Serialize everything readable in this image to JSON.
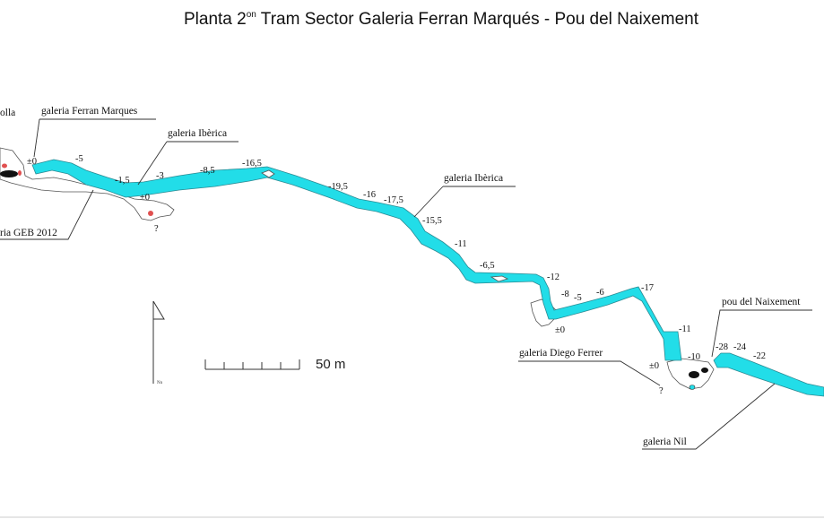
{
  "title": {
    "main_before": "Planta 2",
    "superscript": "on",
    "main_after": " Tram  Sector Galeria Ferran Marqués - Pou del Naixement"
  },
  "labels": {
    "olla": "olla",
    "ferran_marques": "galeria  Ferran Marques",
    "iberica_1": "galeria  Ibèrica",
    "iberica_2": "galeria  Ibèrica",
    "geb_2012": "ria  GEB 2012",
    "diego_ferrer": "galeria  Diego Ferrer",
    "pou_naixement": "pou del Naixement",
    "nil": "galeria  Nil"
  },
  "depths": {
    "d_pm0_a": "±0",
    "d_m5": "-5",
    "d_m1_5": "-1,5",
    "d_m3": "-3",
    "d_pm0_b": "±0",
    "d_q1": "?",
    "d_m8_5": "-8,5",
    "d_m16_5": "-16,5",
    "d_m19_5": "-19,5",
    "d_m16": "-16",
    "d_m17_5": "-17,5",
    "d_m15_5": "-15,5",
    "d_m11_a": "-11",
    "d_m6_5": "-6,5",
    "d_m12": "-12",
    "d_m8": "-8",
    "d_m5_b": "-5",
    "d_m6": "-6",
    "d_m17": "-17",
    "d_pm0_c": "±0",
    "d_m11_b": "-11",
    "d_pm0_d": "±0",
    "d_q2": "?",
    "d_m10": "-10",
    "d_m28": "-28",
    "d_m24": "-24",
    "d_m22": "-22"
  },
  "scale": {
    "label": "50 m"
  },
  "north": {
    "label": "Nn"
  },
  "colors": {
    "gallery_fill": "#22dde8",
    "gallery_stroke": "#2b8a93",
    "dry_passage": "#ffffff",
    "marker_red": "#e05050"
  }
}
